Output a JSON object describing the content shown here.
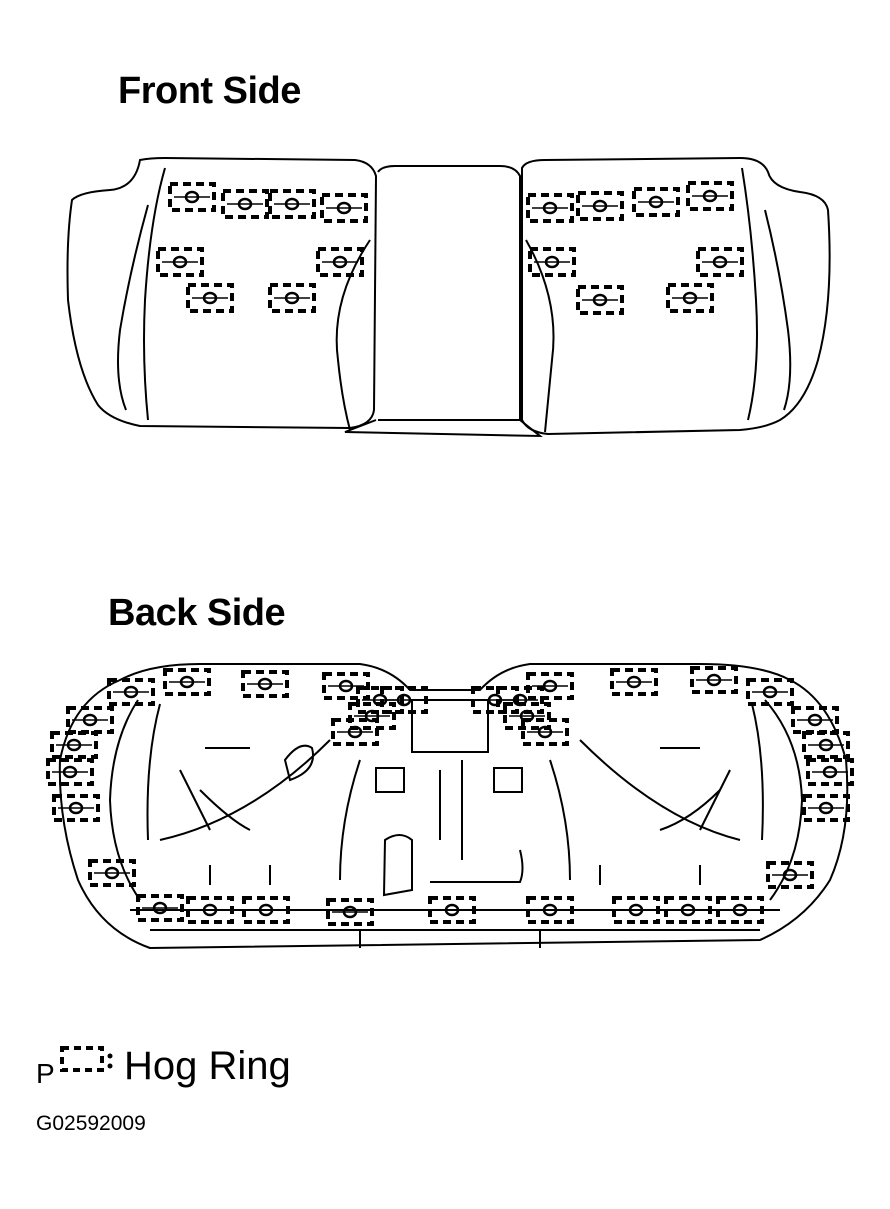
{
  "front_side": {
    "title": "Front Side"
  },
  "back_side": {
    "title": "Back Side"
  },
  "legend": {
    "symbol_prefix": "P",
    "symbol_icon": "hog-ring-bracket-icon",
    "label": "Hog Ring"
  },
  "figure_code": "G02592009",
  "colors": {
    "line": "#000000",
    "background": "#ffffff"
  }
}
